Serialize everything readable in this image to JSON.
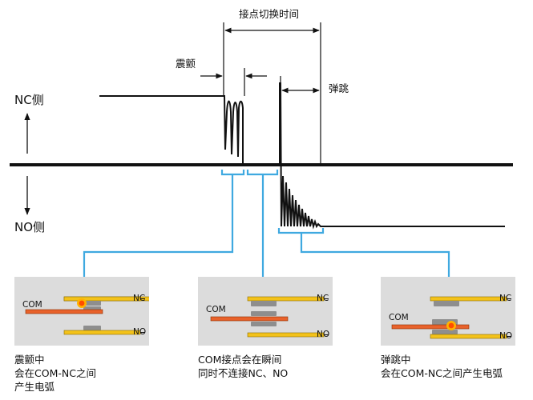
{
  "labels": {
    "switch_time": "接点切换时间",
    "vibration": "震颤",
    "bounce": "弹跳",
    "nc_side": "NC侧",
    "no_side": "NO侧"
  },
  "panels": [
    {
      "com": "COM",
      "nc": "NC",
      "no": "NO",
      "caption": [
        "震颤中",
        "会在COM-NC之间",
        "产生电弧"
      ]
    },
    {
      "com": "COM",
      "nc": "NC",
      "no": "NO",
      "caption": [
        "COM接点会在瞬间",
        "同时不连接NC、NO"
      ]
    },
    {
      "com": "COM",
      "nc": "NC",
      "no": "NO",
      "caption": [
        "弹跳中",
        "会在COM-NC之间产生电弧"
      ]
    }
  ],
  "colors": {
    "signal": "#111111",
    "bracket": "#3fa9e0",
    "panel_bg": "#dcdcdc",
    "nc_no_bar": "#f3c21a",
    "com_bar": "#e8622b",
    "contact": "#8e8e8e",
    "arc": "#ff7a00"
  }
}
